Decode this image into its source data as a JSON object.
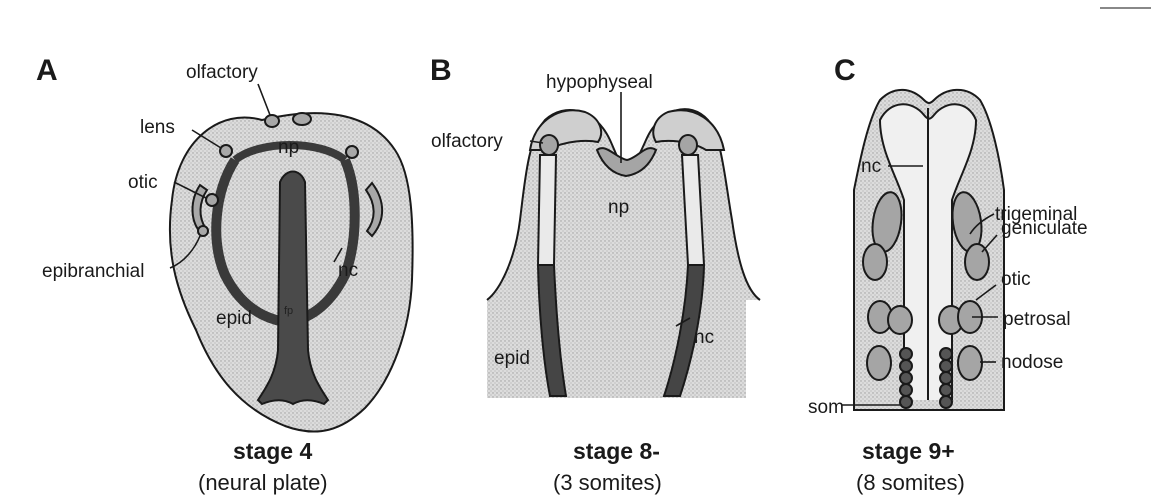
{
  "panels": [
    {
      "letter": "A",
      "stage": "stage 4",
      "stage_note": "(neural plate)",
      "labels": {
        "olfactory": "olfactory",
        "lens": "lens",
        "np": "np",
        "otic": "otic",
        "epibranchial": "epibranchial",
        "nc": "nc",
        "epid": "epid",
        "fp": "fp"
      }
    },
    {
      "letter": "B",
      "stage": "stage 8-",
      "stage_note": "(3 somites)",
      "labels": {
        "hypophyseal": "hypophyseal",
        "olfactory": "olfactory",
        "np": "np",
        "epid": "epid",
        "nc": "nc"
      }
    },
    {
      "letter": "C",
      "stage": "stage 9+",
      "stage_note": "(8 somites)",
      "labels": {
        "nc": "nc",
        "trigeminal": "trigeminal",
        "geniculate": "geniculate",
        "otic": "otic",
        "petrosal": "petrosal",
        "nodose": "nodose",
        "som": "som"
      }
    }
  ],
  "colors": {
    "tissue": "#d6d6d6",
    "placode": "#9a9a9a",
    "dark": "#444444",
    "outline": "#1a1a1a"
  }
}
